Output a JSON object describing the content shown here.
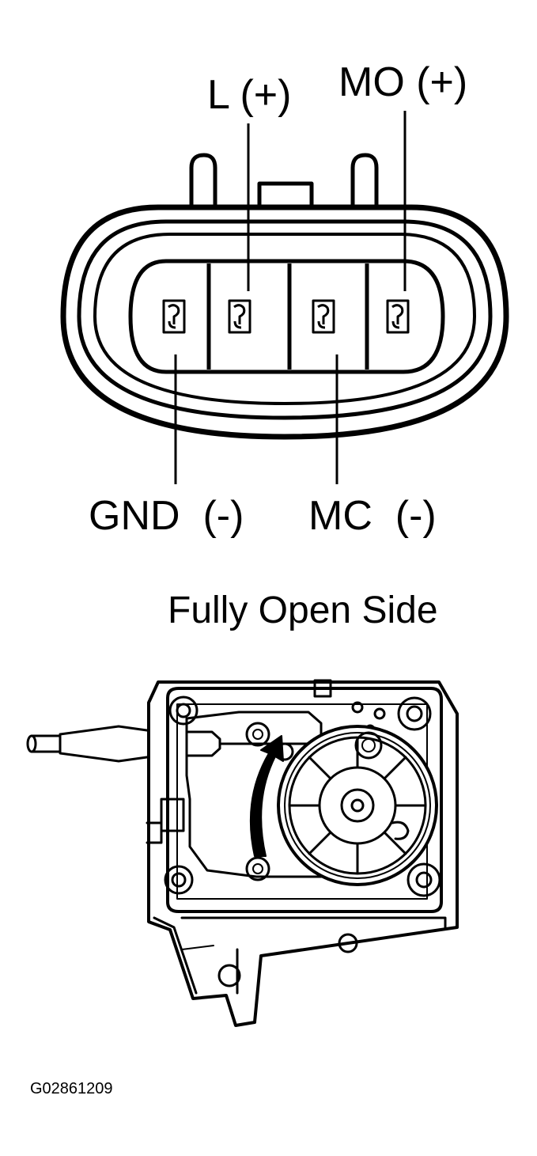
{
  "connector": {
    "pins": [
      {
        "id": "L",
        "label": "L (+)"
      },
      {
        "id": "MO",
        "label": "MO (+)"
      },
      {
        "id": "GND",
        "label": "GND  (-)"
      },
      {
        "id": "MC",
        "label": "MC  (-)"
      }
    ]
  },
  "actuator": {
    "caption": "Fully Open Side"
  },
  "figure_id": "G02861209",
  "colors": {
    "line": "#000000",
    "background": "#ffffff"
  }
}
